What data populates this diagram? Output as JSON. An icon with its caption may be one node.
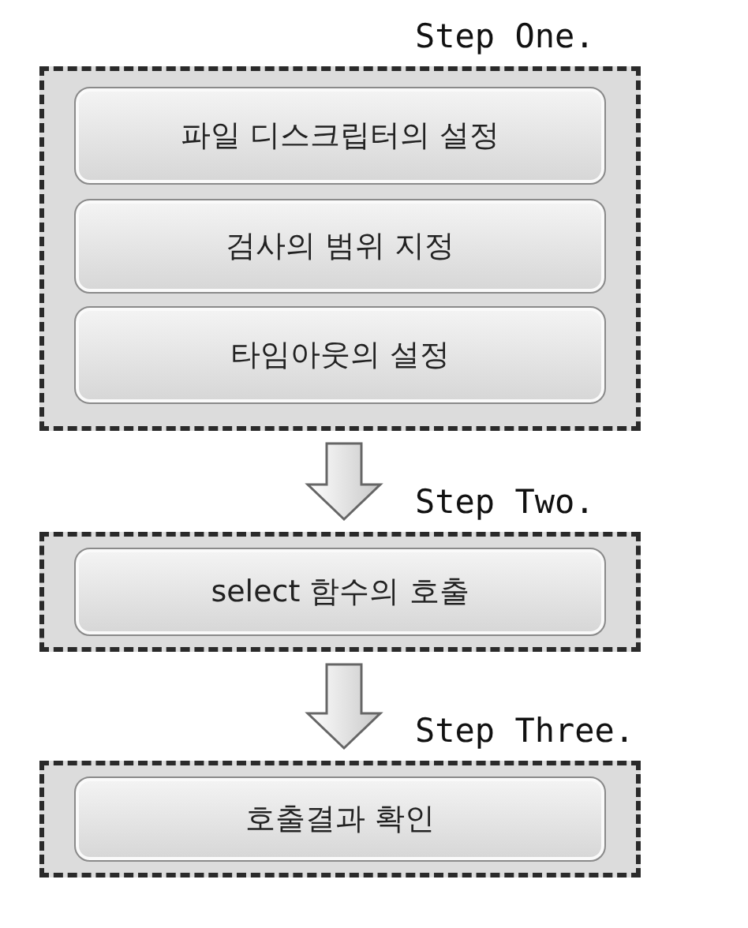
{
  "diagram": {
    "nodes": [
      {
        "text": [
          "Step One."
        ]
      },
      {
        "text": [
          "파일 디스크립터의 설정"
        ],
        "in": 0
      },
      {
        "text": [
          "검사의 범위 지정"
        ],
        "in": 0
      },
      {
        "text": [
          "타임아웃의 설정"
        ],
        "in": 0
      },
      {
        "text": [
          "Step Two."
        ]
      },
      {
        "text": [
          "select 함수의 호출"
        ],
        "in": 4
      },
      {
        "text": [
          "Step Three."
        ]
      },
      {
        "text": [
          "호출결과 확인"
        ],
        "in": 6
      }
    ],
    "edges": [
      {
        "from": 0,
        "to": 4,
        "arrow": "to"
      },
      {
        "from": 4,
        "to": 6,
        "arrow": "to"
      }
    ]
  }
}
